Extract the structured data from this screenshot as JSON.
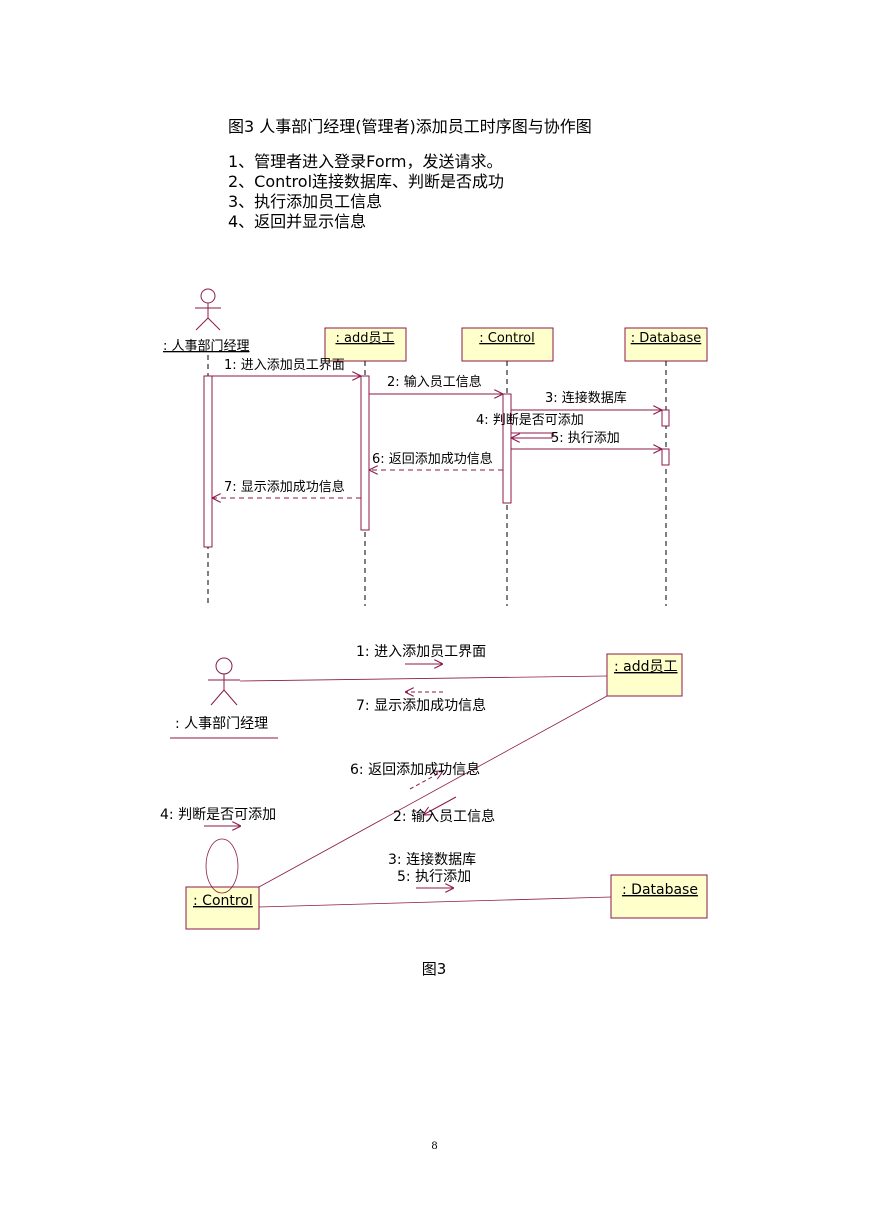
{
  "header": {
    "title": "图3   人事部门经理(管理者)添加员工时序图与协作图",
    "steps": [
      "1、管理者进入登录Form，发送请求。",
      "2、Control连接数据库、判断是否成功",
      "3、执行添加员工信息",
      "4、返回并显示信息"
    ]
  },
  "sequence": {
    "actor": ": 人事部门经理",
    "objects": [
      ": add员工",
      ": Control",
      ": Database"
    ],
    "messages": [
      "1: 进入添加员工界面",
      "2: 输入员工信息",
      "3: 连接数据库",
      "4: 判断是否可添加",
      "5: 执行添加",
      "6: 返回添加成功信息",
      "7: 显示添加成功信息"
    ]
  },
  "collaboration": {
    "actor": ": 人事部门经理",
    "objects": [
      ": add员工",
      ": Control",
      ": Database"
    ],
    "messages": [
      "1: 进入添加员工界面",
      "7: 显示添加成功信息",
      "6: 返回添加成功信息",
      "4: 判断是否可添加",
      "2: 输入员工信息",
      "3: 连接数据库",
      "5: 执行添加"
    ]
  },
  "caption": "图3",
  "page_number": "8",
  "colors": {
    "line": "#8b1a4a",
    "box_fill": "#ffffcc",
    "box_stroke": "#8b1a4a"
  }
}
